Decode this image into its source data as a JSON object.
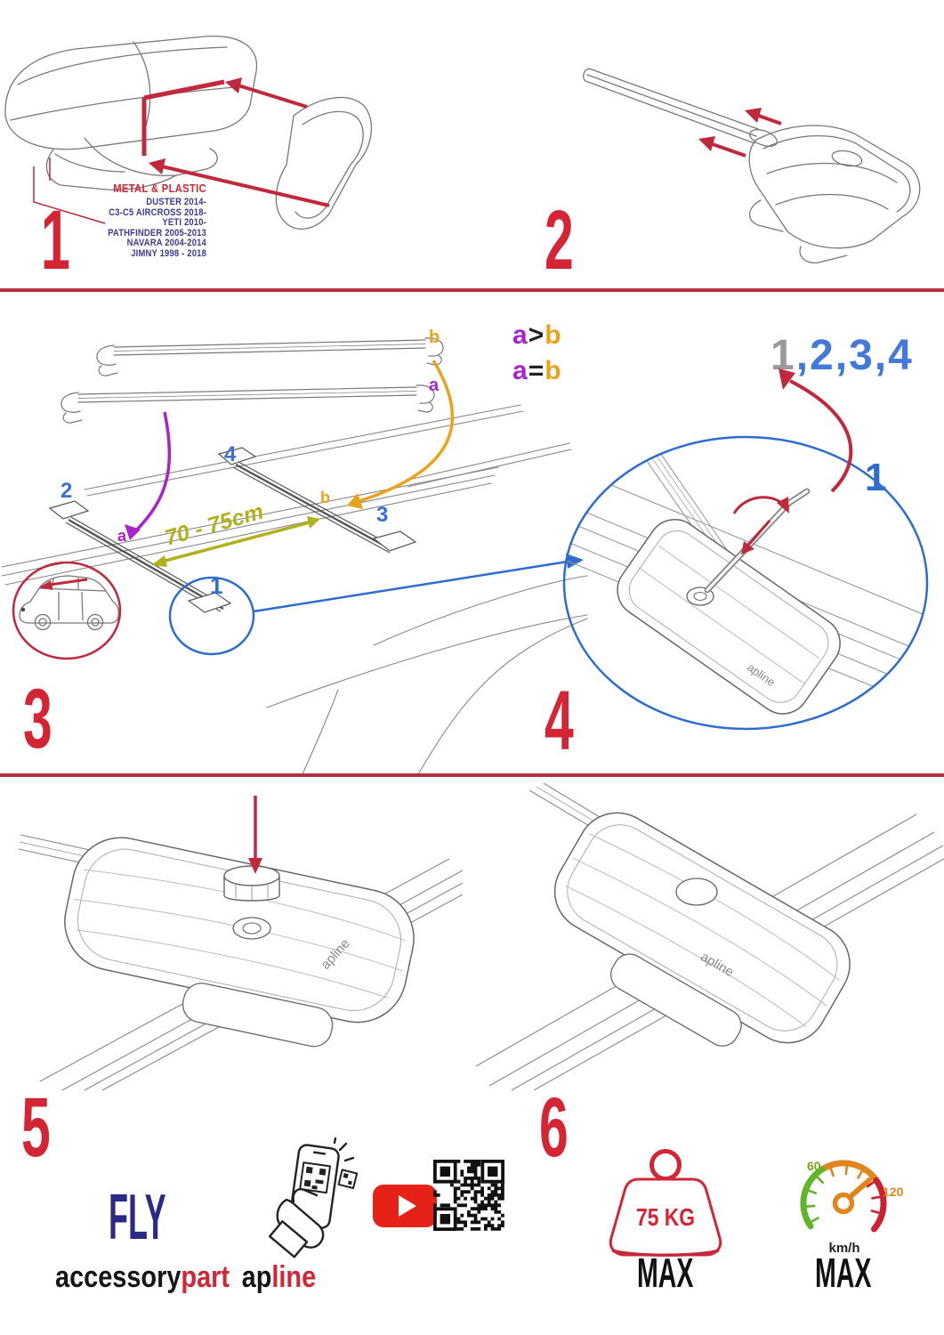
{
  "colors": {
    "accent_red": "#d42535",
    "separator_red": "#b5303f",
    "navy_product": "#2b2b85",
    "model_navy": "#3a3a92",
    "label_blue": "#3a6fd8",
    "circle_blue": "#2e6cd0",
    "label_purple": "#aa22cc",
    "label_orange": "#eaa21b",
    "measure_olive": "#b0b21d",
    "sequence_gray": "#9a9a9a",
    "youtube_red": "#e62117",
    "speed_green": "#62b52a",
    "speed_orange": "#e0861c",
    "speed_red": "#cc2030"
  },
  "steps": {
    "n1": "1",
    "n2": "2",
    "n3": "3",
    "n4": "4",
    "n5": "5",
    "n6": "6"
  },
  "step1": {
    "materials_title": "METAL & PLASTIC",
    "models": [
      "DUSTER 2014-",
      "C3-C5 AIRCROSS 2018-",
      "YETI 2010-",
      "PATHFINDER 2005-2013",
      "NAVARA 2004-2014",
      "JIMNY 1998 - 2018"
    ]
  },
  "step3": {
    "bar_label_b": "b",
    "bar_label_a": "a",
    "compare_1": {
      "left": "a",
      "op": ">",
      "right": "b"
    },
    "compare_2": {
      "left": "a",
      "op": "=",
      "right": "b"
    },
    "sequence": {
      "lead": "1",
      "rest": ",2,3,4"
    },
    "measure": "70 - 75cm",
    "roof": {
      "pos1": "1",
      "pos2": "2",
      "pos3": "3",
      "pos4": "4",
      "drop_a": "a",
      "drop_b": "b"
    }
  },
  "step4": {
    "tool_position": "1"
  },
  "branding": {
    "product": "FLY",
    "word1_black": "accessory",
    "word1_red": "part",
    "word2_black": "ap",
    "word2_red": "line",
    "foot_logo": "apline"
  },
  "limits": {
    "weight": {
      "value": "75 KG",
      "label": "MAX"
    },
    "speed": {
      "tick_low": "60",
      "tick_high": "120",
      "unit": "km/h",
      "label": "MAX"
    }
  },
  "icons": {
    "youtube": "youtube-play-icon",
    "qr": "qr-code",
    "scan": "phone-scan-icon",
    "weight": "weight-max-icon",
    "speed": "speedometer-icon"
  }
}
